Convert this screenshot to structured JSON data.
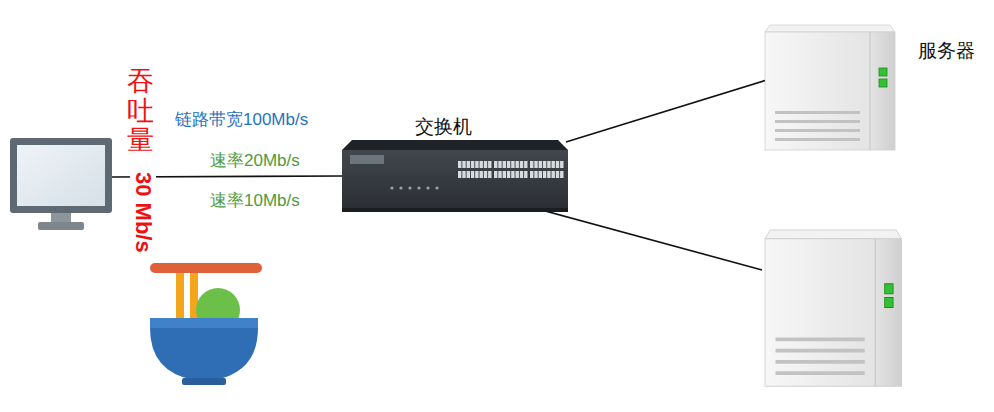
{
  "diagram": {
    "nodes": [
      {
        "text": [
          "交换机"
        ]
      },
      {
        "text": [
          "服务器"
        ]
      }
    ],
    "edges": [
      {
        "from": 0,
        "to": 1,
        "arrow": "none"
      }
    ],
    "labels": [
      "吞吐量",
      "30 Mb/s",
      "链路带宽100Mb/s",
      "速率20Mb/s",
      "速率10Mb/s"
    ]
  }
}
